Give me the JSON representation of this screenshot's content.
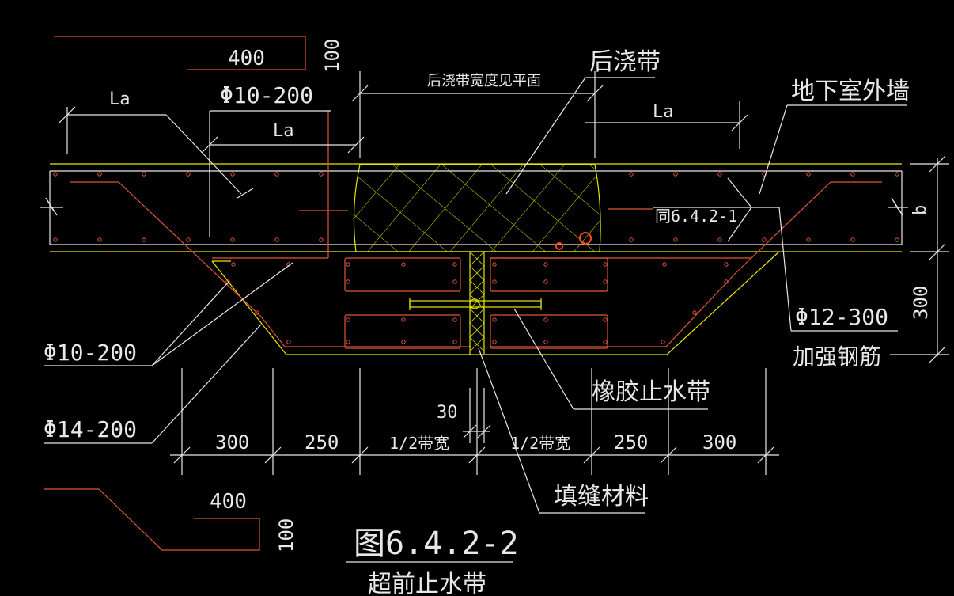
{
  "labels": {
    "post_pour_band": "后浇带",
    "band_width_note": "后浇带宽度见平面",
    "basement_wall": "地下室外墙",
    "la_left": "La",
    "la_mid": "La",
    "la_right": "La",
    "phi10_200_top": "Φ10-200",
    "phi10_200_left": "Φ10-200",
    "phi14_200": "Φ14-200",
    "phi12_300": "Φ12-300",
    "reinforcement": "加强钢筋",
    "same_ref": "同6.4.2-1",
    "rubber_waterstop": "橡胶止水带",
    "filler": "填缝材料",
    "figure_number": "图6.4.2-2",
    "figure_caption": "超前止水带",
    "b": "b"
  },
  "dimensions": {
    "top_400": "400",
    "top_100": "100",
    "bot_400": "400",
    "bot_100": "100",
    "d300_left": "300",
    "d250_left": "250",
    "half_left": "1/2带宽",
    "half_right": "1/2带宽",
    "d250_right": "250",
    "d300_right": "300",
    "d30": "30",
    "d300_vert": "300"
  },
  "colors": {
    "line": "#e8e8e8",
    "slab": "#e6e600",
    "rebar": "#e0553a",
    "background": "#000000"
  }
}
